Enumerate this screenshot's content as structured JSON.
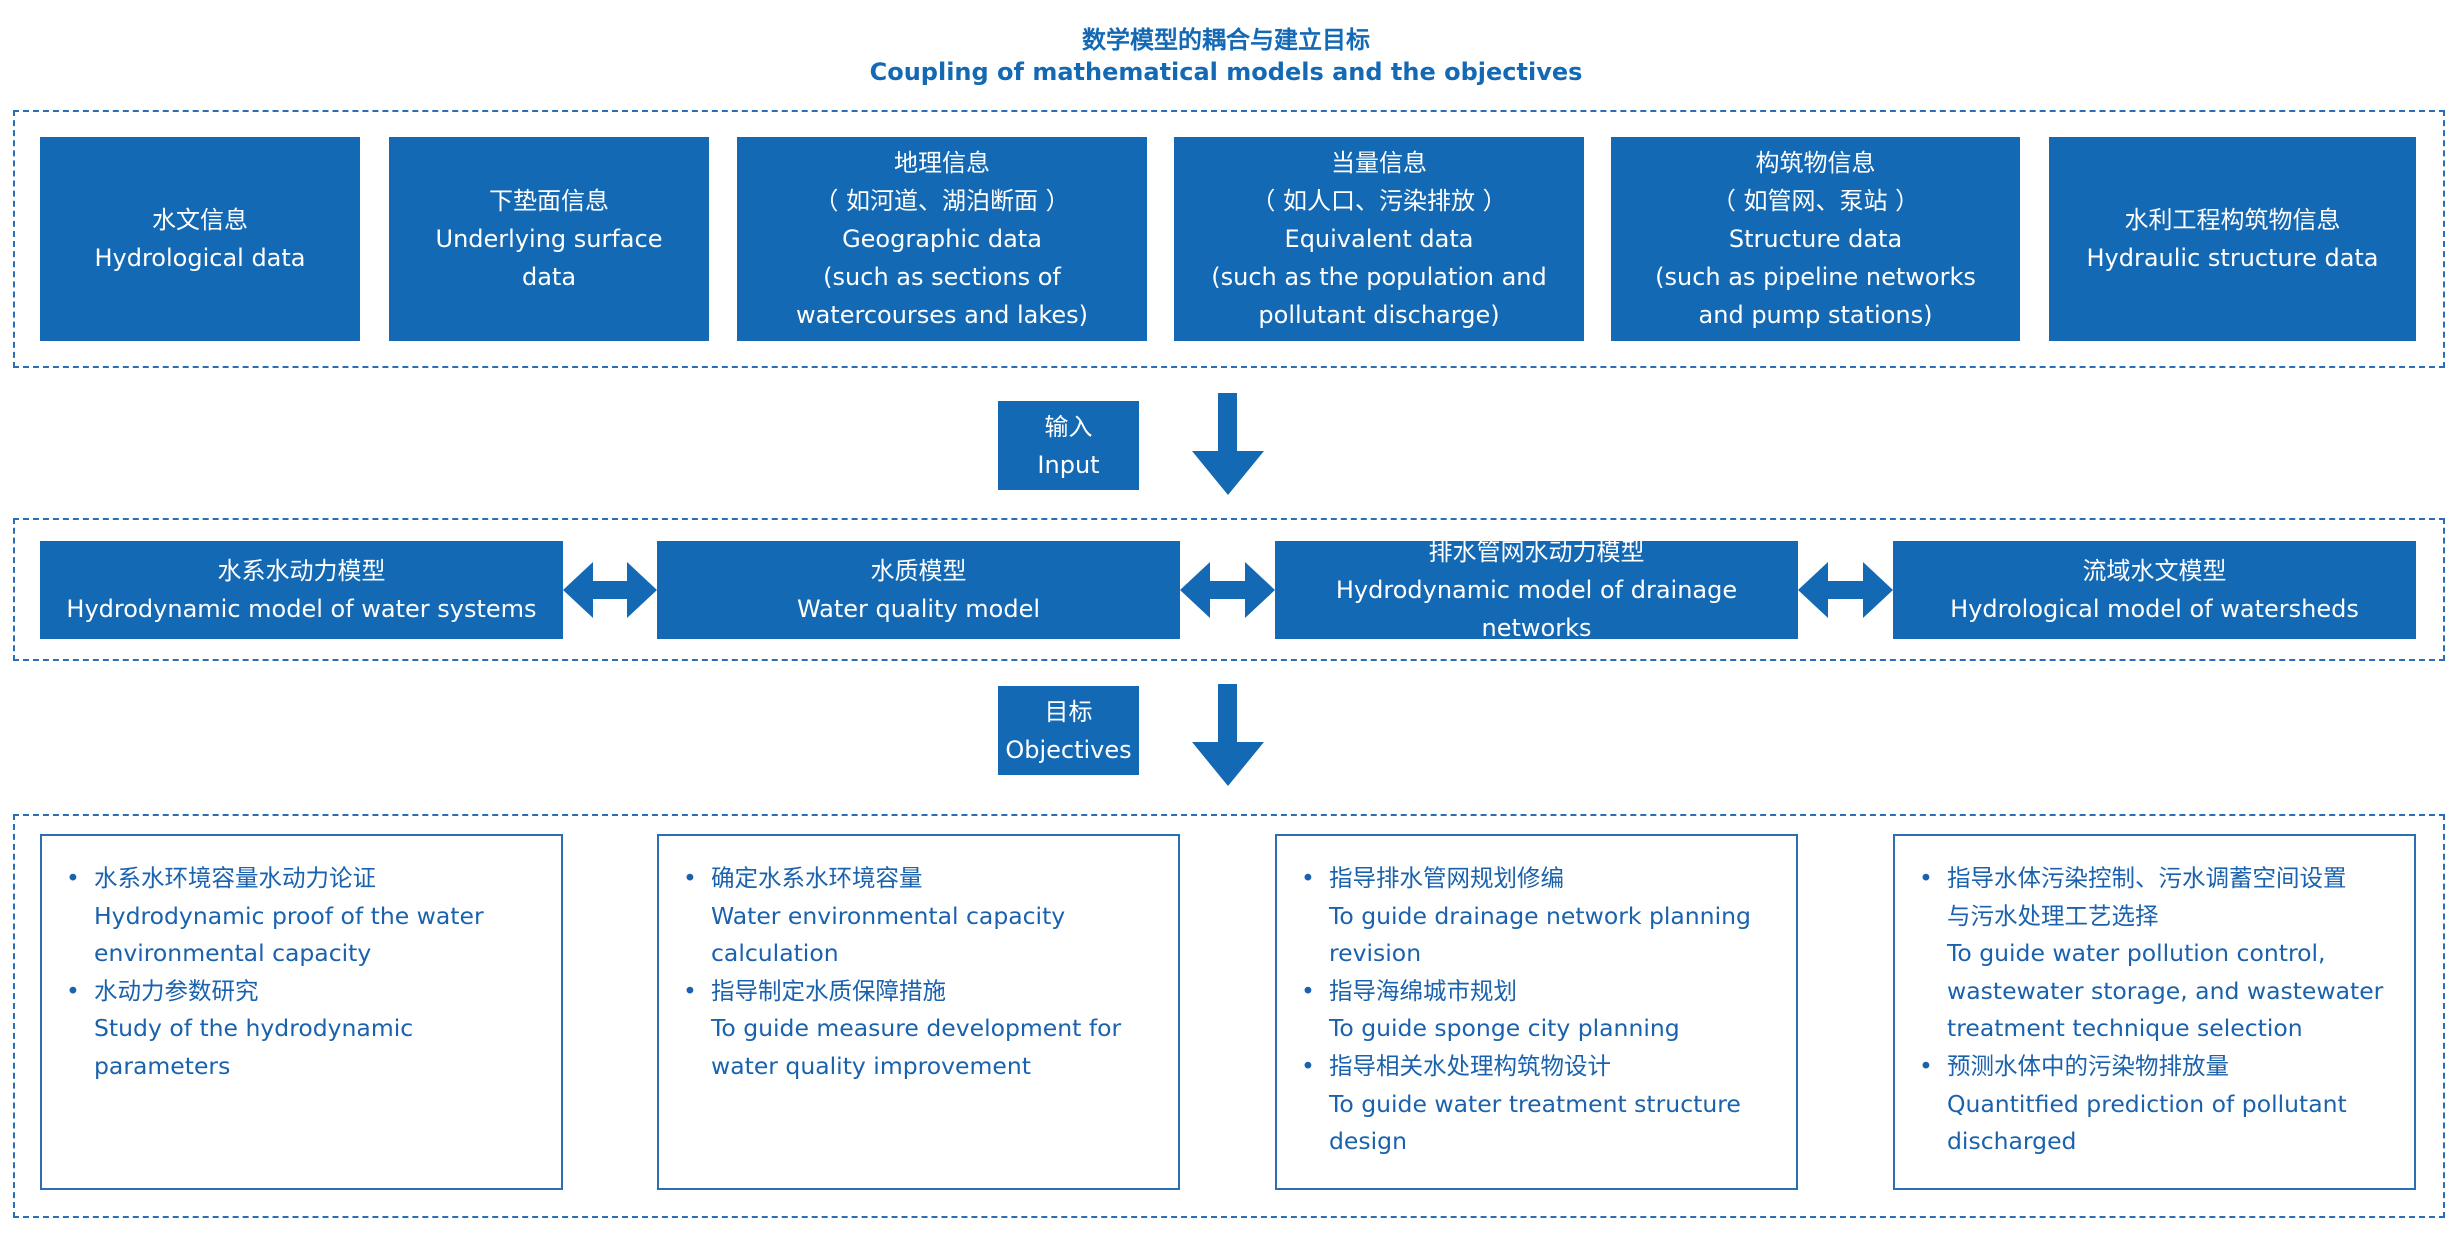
{
  "title": {
    "zh": "数学模型的耦合与建立目标",
    "en": "Coupling of mathematical models and the objectives"
  },
  "inputs": [
    {
      "lines": [
        "水文信息",
        "Hydrological data"
      ]
    },
    {
      "lines": [
        "下垫面信息",
        "Underlying surface",
        "data"
      ]
    },
    {
      "lines": [
        "地理信息",
        "（ 如河道、湖泊断面 ）",
        "Geographic data",
        "(such as sections of",
        "watercourses and lakes)"
      ]
    },
    {
      "lines": [
        "当量信息",
        "（ 如人口、污染排放 ）",
        "Equivalent data",
        "(such as the population and",
        "pollutant discharge)"
      ]
    },
    {
      "lines": [
        "构筑物信息",
        "（ 如管网、泵站 ）",
        "Structure data",
        "(such as pipeline networks",
        "and pump stations)"
      ]
    },
    {
      "lines": [
        "水利工程构筑物信息",
        "Hydraulic structure data"
      ]
    }
  ],
  "input_label": {
    "zh": "输入",
    "en": "Input"
  },
  "models": [
    {
      "zh": "水系水动力模型",
      "en": "Hydrodynamic model of water systems"
    },
    {
      "zh": "水质模型",
      "en": "Water quality model"
    },
    {
      "zh": "排水管网水动力模型",
      "en": "Hydrodynamic model of drainage networks"
    },
    {
      "zh": "流域水文模型",
      "en": "Hydrological model of watersheds"
    }
  ],
  "objectives_label": {
    "zh": "目标",
    "en": "Objectives"
  },
  "objectives": [
    {
      "items": [
        [
          "水系水环境容量水动力论证",
          "Hydrodynamic proof of the water",
          "environmental capacity"
        ],
        [
          "水动力参数研究",
          "Study of the hydrodynamic",
          "parameters"
        ]
      ]
    },
    {
      "items": [
        [
          "确定水系水环境容量",
          "Water environmental capacity",
          "calculation"
        ],
        [
          "指导制定水质保障措施",
          "To guide measure development for",
          "water quality improvement"
        ]
      ]
    },
    {
      "items": [
        [
          "指导排水管网规划修编",
          "To guide drainage network planning",
          "revision"
        ],
        [
          "指导海绵城市规划",
          "To guide sponge city planning"
        ],
        [
          "指导相关水处理构筑物设计",
          "To guide water treatment structure",
          "design"
        ]
      ]
    },
    {
      "items": [
        [
          "指导水体污染控制、污水调蓄空间设置",
          "与污水处理工艺选择",
          "To guide water pollution control,",
          "wastewater storage, and wastewater",
          "treatment technique selection"
        ],
        [
          "预测水体中的污染物排放量",
          "Quantitfied prediction of pollutant",
          "discharged"
        ]
      ]
    }
  ],
  "bullet": "•",
  "colors": {
    "primary": "#1469b4",
    "border": "#2a6eb6",
    "text": "#1a62ad"
  }
}
